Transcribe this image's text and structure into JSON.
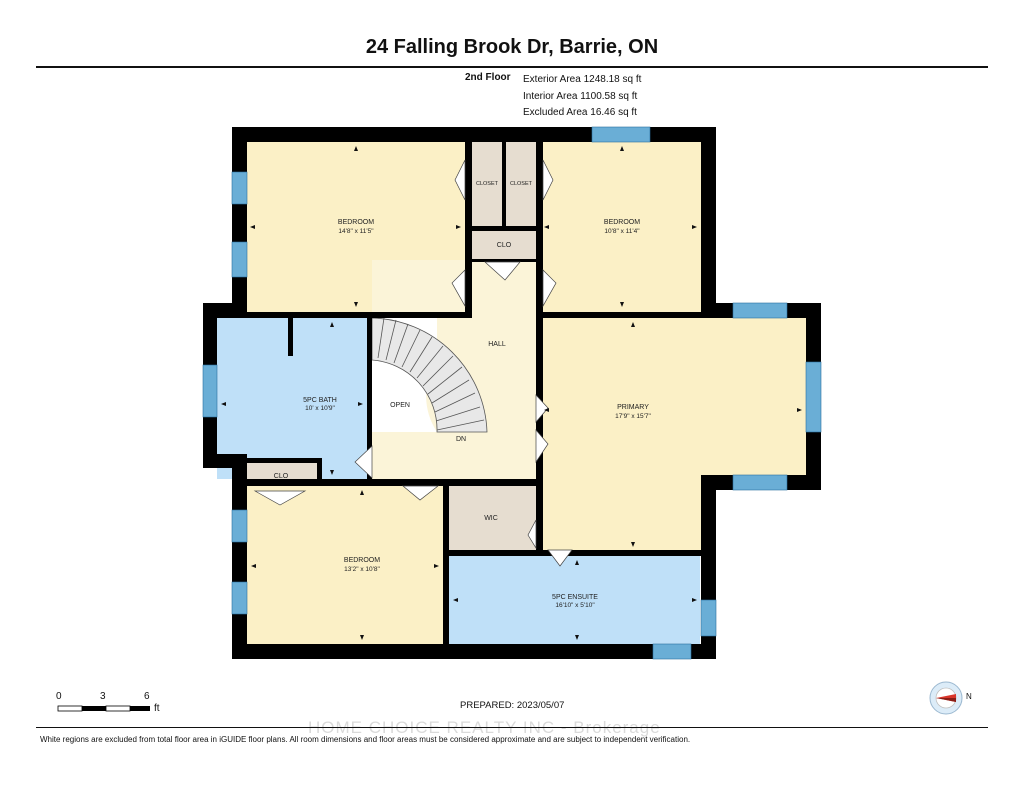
{
  "title": "24 Falling Brook Dr, Barrie, ON",
  "floor_label": "2nd Floor",
  "areas": {
    "exterior": "Exterior Area 1248.18 sq ft",
    "interior": "Interior Area 1100.58 sq ft",
    "excluded": "Excluded Area 16.46 sq ft"
  },
  "rooms": {
    "bedroom_nw": {
      "name": "BEDROOM",
      "dims": "14'8\" x 11'5\""
    },
    "bedroom_ne": {
      "name": "BEDROOM",
      "dims": "10'8\" x 11'4\""
    },
    "closet_left": {
      "name": "CLOSET"
    },
    "closet_right": {
      "name": "CLOSET"
    },
    "clo_center": {
      "name": "CLO"
    },
    "hall": {
      "name": "HALL"
    },
    "bath": {
      "name": "5PC BATH",
      "dims": "10' x 10'9\""
    },
    "open": {
      "name": "OPEN"
    },
    "stairs_dn": {
      "name": "DN"
    },
    "primary": {
      "name": "PRIMARY",
      "dims": "17'9\" x 15'7\""
    },
    "clo_sw": {
      "name": "CLO"
    },
    "wic": {
      "name": "WIC"
    },
    "bedroom_sw": {
      "name": "BEDROOM",
      "dims": "13'2\" x 10'8\""
    },
    "ensuite": {
      "name": "5PC ENSUITE",
      "dims": "16'10\" x 5'10\""
    }
  },
  "scale": {
    "ticks": [
      "0",
      "3",
      "6"
    ],
    "unit": "ft"
  },
  "prepared": "PREPARED: 2023/05/07",
  "watermark": "HOME CHOICE REALTY INC - Brokerage",
  "footnote": "White regions are excluded from total floor area in iGUIDE floor plans. All room dimensions and floor areas must be considered approximate and are subject to independent verification.",
  "compass_label": "N",
  "colors": {
    "bedroom": "#fbf0c6",
    "bath": "#bfe0f8",
    "closet": "#e6ddd0",
    "hall": "#fbf4d8",
    "wall": "#000000",
    "window": "#6aaed6"
  }
}
